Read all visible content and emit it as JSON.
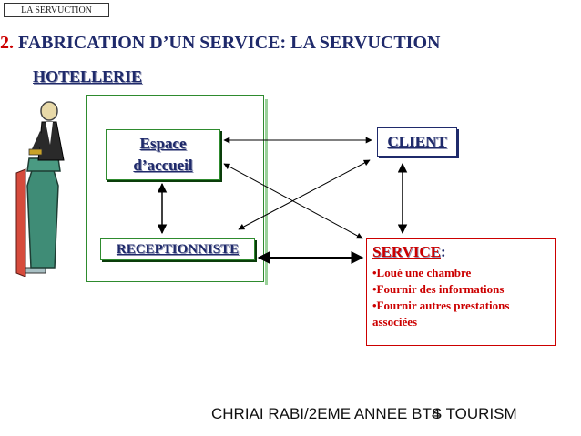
{
  "header_tag": "LA SERVUCTION",
  "title": {
    "number": "2.",
    "text": "FABRICATION D’UN SERVICE: LA SERVUCTION"
  },
  "subtitle": "HOTELLERIE",
  "boxes": {
    "espace_line1": "Espace",
    "espace_line2": "d’accueil",
    "receptionniste": "RECEPTIONNISTE",
    "client": "CLIENT"
  },
  "service": {
    "heading": "SERVICE",
    "colon": ":",
    "items": [
      "•Loué une chambre",
      "•Fournir des informations",
      "•Fournir autres prestations associées"
    ]
  },
  "footer": {
    "text": "CHRIAI RABI/2EME ANNEE BTS TOURISM",
    "page": "4"
  }
}
